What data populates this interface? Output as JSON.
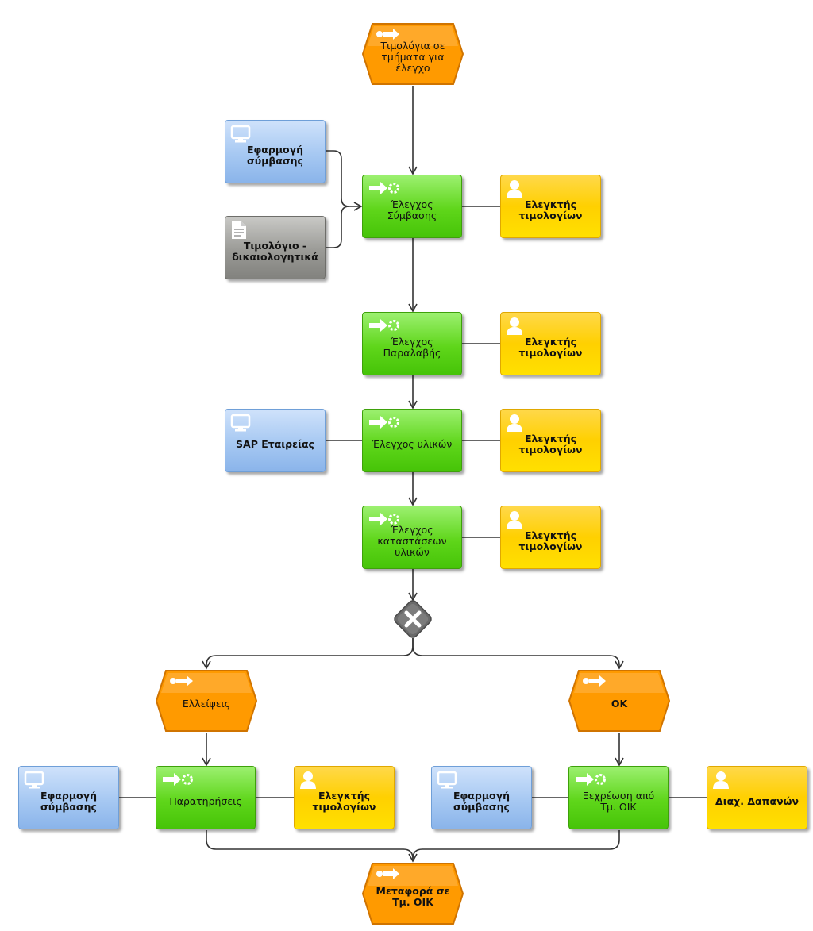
{
  "events": {
    "start": "Τιμολόγια σε τμήματα για έλεγχο",
    "deficiencies": "Ελλείψεις",
    "ok": "ΟΚ",
    "end": "Μεταφορά σε Τμ. ΟΙΚ"
  },
  "functions": {
    "contract_check": "Έλεγχος Σύμβασης",
    "receipt_check": "Έλεγχος Παραλαβής",
    "materials_check": "Έλεγχος υλικών",
    "material_status_check": "Έλεγχος καταστάσεων υλικών",
    "remarks": "Παρατηρήσεις",
    "settlement": "Ξεχρέωση από Τμ. ΟΙΚ"
  },
  "roles": {
    "invoice_auditor": "Ελεγκτής τιμολογίων",
    "expense_manager": "Διαχ. Δαπανών"
  },
  "systems": {
    "contract_app": "Εφαρμογή σύμβασης",
    "sap": "SAP Εταιρείας"
  },
  "documents": {
    "invoice_docs": "Τιμολόγιο - δικαιολογητικά"
  },
  "colors": {
    "event": "#ff9a00",
    "function": "#5fd61a",
    "role": "#ffd700",
    "system": "#a6c8f2",
    "document": "#9a9a96",
    "gateway": "#666666",
    "connector": "#333333"
  },
  "icons": {
    "event": "arrow-icon",
    "function": "gear-arrow-icon",
    "role": "person-icon",
    "system": "monitor-icon",
    "document": "document-icon",
    "gateway": "xor-x-icon"
  }
}
